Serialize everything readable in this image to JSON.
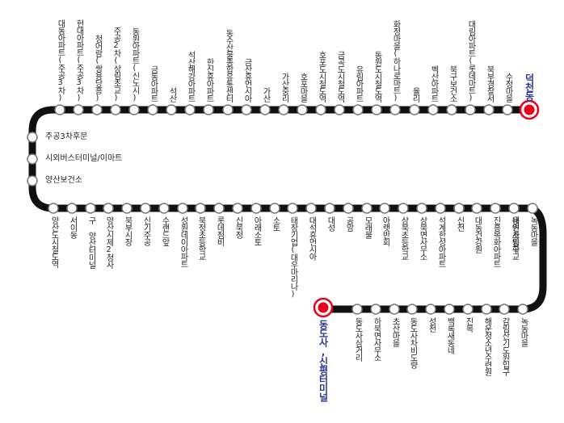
{
  "colors": {
    "line": "#111111",
    "stop_fill": "#ffffff",
    "stop_stroke": "#777777",
    "terminal": "#e8001c",
    "terminal_text": "#2b3a8c",
    "text": "#222222"
  },
  "terminals": {
    "start": "덕천동",
    "end": "동도사,신평터미널"
  },
  "row1": [
    "수정마을",
    "북부경찰서",
    "대림아파트(롯데마트)",
    "북구보건소",
    "벡산아파트",
    "율리",
    "화정마을(하나로마트)",
    "동원도시철도역",
    "유림아파트",
    "금곡도시철도역",
    "호포도시철도역",
    "호포마을",
    "가산중리",
    "가산",
    "금산휴먼시아",
    "동수산물종합유통센터",
    "한신휴아파트",
    "석산해강아파트",
    "석산",
    "금동아파트",
    "동원아파트(신노시)",
    "주공2차(상림초교)",
    "청어람(쌍용당흥)",
    "현대아파트(주공3차)",
    "대동아파트(주공3차)"
  ],
  "left_stops": [
    "주공3차후문",
    "시외버스터미널/이마트",
    "양산보건소"
  ],
  "row2": [
    "양산도시철도역",
    "서이동",
    "구 양산터미널",
    "양산시제2청사",
    "북부시장",
    "신기주공",
    "수랜드앞",
    "성원데이아파트",
    "북정초등학교",
    "롯데점비",
    "신북정",
    "아래소토",
    "소토",
    "태창기업(대우마리나)",
    "대석휴먼시아",
    "대성",
    "공암",
    "모래불",
    "아랫반회",
    "상북초등학교",
    "상북면사무소",
    "석계한성아파트",
    "신전",
    "대동건강원",
    "진흥목화아파트",
    "내원사입구",
    "녹동마을"
  ],
  "row3": [
    "동도사삼거리",
    "하북면사무소",
    "초산마을",
    "동도사차비도량",
    "성천",
    "백록새동네",
    "진목",
    "해운청소년수련원",
    "감림산기도원입구",
    "녹동마을"
  ],
  "row3_extra": "용연초등학교"
}
